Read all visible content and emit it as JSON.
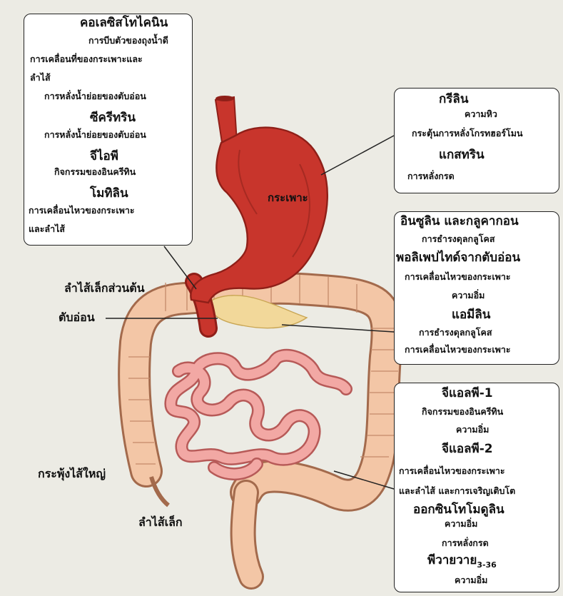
{
  "colors": {
    "background": "#ecebe4",
    "panel": "#ffffff",
    "stomach": "#c8352c",
    "stomach_shadow": "#8f1f18",
    "colon": "#f3c6a6",
    "colon_stroke": "#a36a4c",
    "small_intestine": "#f2a8a4",
    "pancreas": "#f2d89a",
    "border": "#222222"
  },
  "left_box": {
    "items": [
      {
        "text": "คอเลซิสโทไคนิน",
        "kind": "hormone"
      },
      {
        "text": "การบีบตัวของถุงน้ำดี",
        "kind": "effect"
      },
      {
        "text": "การเคลื่อนที่ของกระเพาะและ",
        "kind": "effect"
      },
      {
        "text": "ลำไส้",
        "kind": "effect"
      },
      {
        "text": "การหลั่งน้ำย่อยของตับอ่อน",
        "kind": "effect"
      },
      {
        "text": "ซีครีทริน",
        "kind": "hormone"
      },
      {
        "text": "การหลั่งน้ำย่อยของตับอ่อน",
        "kind": "effect"
      },
      {
        "text": "จีไอพี",
        "kind": "hormone"
      },
      {
        "text": "กิจกรรมของอินครีทิน",
        "kind": "effect"
      },
      {
        "text": "โมทิลิน",
        "kind": "hormone"
      },
      {
        "text": "การเคลื่อนไหวของกระเพาะ",
        "kind": "effect"
      },
      {
        "text": "และลำไส้",
        "kind": "effect"
      }
    ]
  },
  "right_top_box": {
    "items": [
      {
        "text": "กรีลิน",
        "kind": "hormone"
      },
      {
        "text": "ความหิว",
        "kind": "effect"
      },
      {
        "text": "กระตุ้นการหลั่งโกรทฮอร์โมน",
        "kind": "effect"
      },
      {
        "text": "แกสทริน",
        "kind": "hormone"
      },
      {
        "text": "การหลั่งกรด",
        "kind": "effect"
      }
    ]
  },
  "right_mid_box": {
    "items": [
      {
        "text": "อินซูลิน และกลูคากอน",
        "kind": "hormone"
      },
      {
        "text": "การธำรงดุลกลูโคส",
        "kind": "effect"
      },
      {
        "text": "พอลิเพปไทด์จากตับอ่อน",
        "kind": "hormone"
      },
      {
        "text": "การเคลื่อนไหวของกระเพาะ",
        "kind": "effect"
      },
      {
        "text": "ความอิ่ม",
        "kind": "effect"
      },
      {
        "text": "แอมีลิน",
        "kind": "hormone"
      },
      {
        "text": "การธำรงดุลกลูโคส",
        "kind": "effect"
      },
      {
        "text": "การเคลื่อนไหวของกระเพาะ",
        "kind": "effect"
      }
    ]
  },
  "right_bottom_box": {
    "items": [
      {
        "text": "จีแอลพี-1",
        "kind": "hormone"
      },
      {
        "text": "กิจกรรมของอินครีทิน",
        "kind": "effect"
      },
      {
        "text": "ความอิ่ม",
        "kind": "effect"
      },
      {
        "text": "จีแอลพี-2",
        "kind": "hormone"
      },
      {
        "text": "การเคลื่อนไหวของกระเพาะ",
        "kind": "effect"
      },
      {
        "text": "และลำไส้ และการเจริญเติบโต",
        "kind": "effect"
      },
      {
        "text": "ออกซินโทโมดูลิน",
        "kind": "hormone"
      },
      {
        "text": "ความอิ่ม",
        "kind": "effect"
      },
      {
        "text": "การหลั่งกรด",
        "kind": "effect"
      },
      {
        "text": "พีวายวาย",
        "kind": "hormone",
        "subscript": "3-36"
      },
      {
        "text": "ความอิ่ม",
        "kind": "effect"
      }
    ]
  },
  "labels": {
    "stomach": "กระเพาะ",
    "duodenum": "ลำไส้เล็กส่วนต้น",
    "pancreas": "ตับอ่อน",
    "colon": "กระพุ้งไส้ใหญ่",
    "small_intestine": "ลำไส้เล็ก"
  }
}
